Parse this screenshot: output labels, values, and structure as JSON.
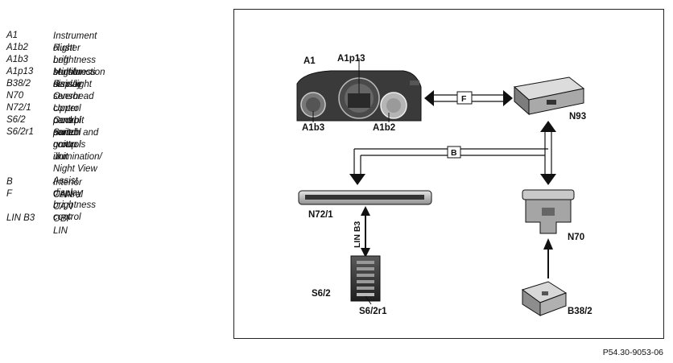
{
  "legend": [
    {
      "code": "A1",
      "desc": "Instrument cluster"
    },
    {
      "code": "A1b2",
      "desc": "Right brightness sensor"
    },
    {
      "code": "A1b3",
      "desc": "Left brightness sensor"
    },
    {
      "code": "A1p13",
      "desc": "Multifunction display"
    },
    {
      "code": "B38/2",
      "desc": "Rain/light sensor"
    },
    {
      "code": "N70",
      "desc": "Overhead control panel control unit"
    },
    {
      "code": "N72/1",
      "desc": "Upper control panel control unit"
    },
    {
      "code": "S6/2",
      "desc": "Cockpit switch group"
    },
    {
      "code": "S6/2r1",
      "desc": "Switch and controls illumination/\nNight View Assist display\nbrightness control"
    },
    {
      "code": "B",
      "desc": "Interior CAN"
    },
    {
      "code": "F",
      "desc": "Central CAN"
    },
    {
      "code": "LIN B3",
      "desc": "OBF LIN"
    }
  ],
  "diagram": {
    "labels": {
      "a1": "A1",
      "a1p13": "A1p13",
      "a1b3": "A1b3",
      "a1b2": "A1b2",
      "n93": "N93",
      "n72_1": "N72/1",
      "n70": "N70",
      "s6_2": "S6/2",
      "s6_2r1": "S6/2r1",
      "b38_2": "B38/2"
    },
    "buses": {
      "f": "F",
      "b": "B",
      "lin": "LIN B3"
    }
  },
  "reference": "P54.30-9053-06"
}
